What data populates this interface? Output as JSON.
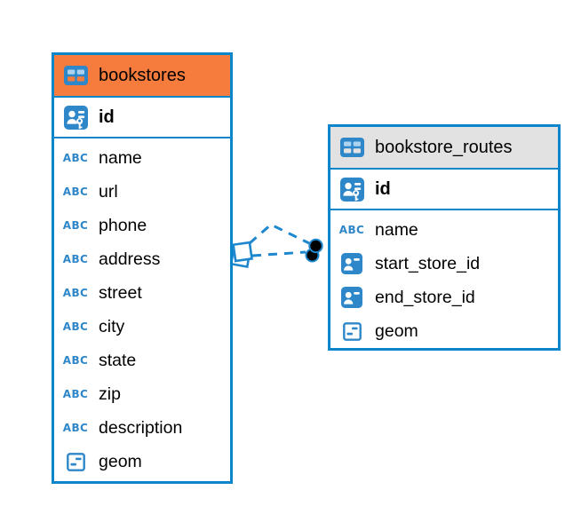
{
  "window": {
    "background": "#ffffff",
    "view": "er-diagram"
  },
  "colors": {
    "table_border": "#0B86CB",
    "connector": "#1E87CD",
    "icon_blue": "#2E87C9",
    "icon_cell_light": "#ABD3EF",
    "bookstores_header": "#F57C3D",
    "routes_header": "#E2E2E2",
    "text": "#000000"
  },
  "icons": {
    "text_label": "ABC",
    "table": "table-icon",
    "primary_key": "id-card-with-key-icon",
    "reference": "id-card-icon",
    "geometry": "geometry-box-icon"
  },
  "tables": [
    {
      "name": "bookstores",
      "header_color": "#F57C3D",
      "primary_key": {
        "name": "id",
        "type": "primary-key"
      },
      "columns": [
        {
          "name": "name",
          "type": "text"
        },
        {
          "name": "url",
          "type": "text"
        },
        {
          "name": "phone",
          "type": "text"
        },
        {
          "name": "address",
          "type": "text"
        },
        {
          "name": "street",
          "type": "text"
        },
        {
          "name": "city",
          "type": "text"
        },
        {
          "name": "state",
          "type": "text"
        },
        {
          "name": "zip",
          "type": "text"
        },
        {
          "name": "description",
          "type": "text"
        },
        {
          "name": "geom",
          "type": "geometry"
        }
      ]
    },
    {
      "name": "bookstore_routes",
      "header_color": "#E2E2E2",
      "primary_key": {
        "name": "id",
        "type": "primary-key"
      },
      "columns": [
        {
          "name": "name",
          "type": "text"
        },
        {
          "name": "start_store_id",
          "type": "reference"
        },
        {
          "name": "end_store_id",
          "type": "reference"
        },
        {
          "name": "geom",
          "type": "geometry"
        }
      ]
    }
  ],
  "relationships": {
    "count": 2,
    "line_style": "dashed",
    "source_table": "bookstores",
    "target_table": "bookstore_routes",
    "source_marker": "diamond",
    "target_marker": "dot"
  }
}
